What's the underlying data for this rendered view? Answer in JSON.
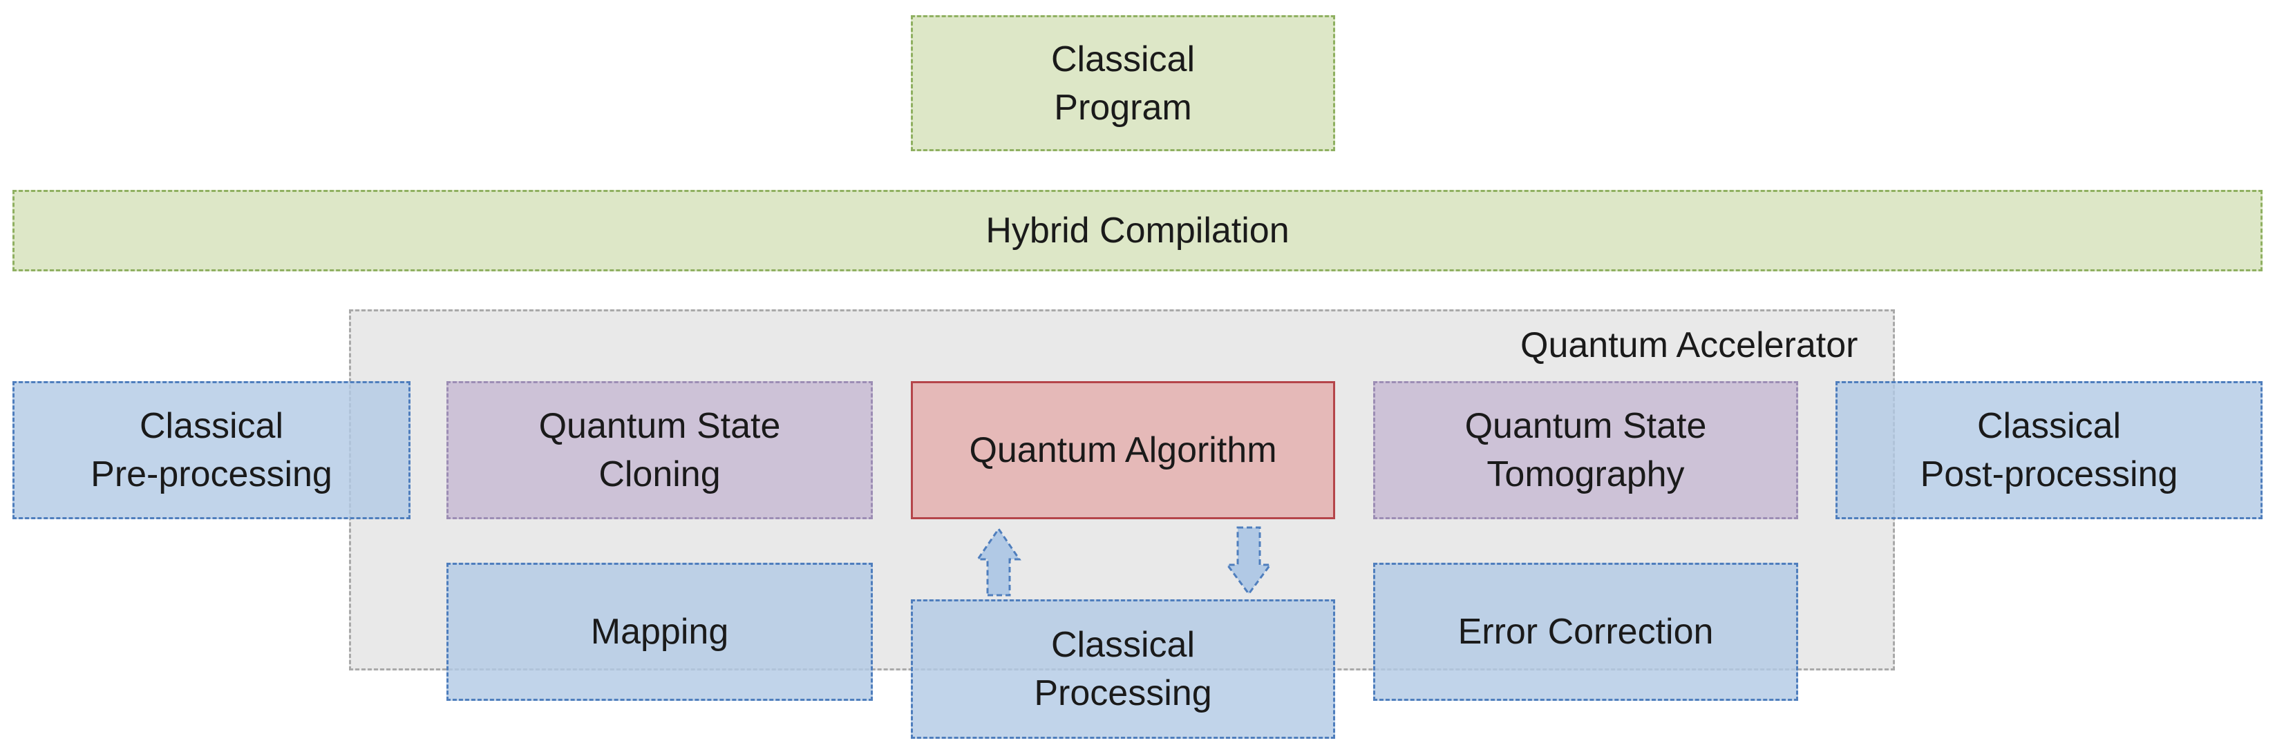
{
  "top": {
    "classical_program": "Classical\nProgram"
  },
  "compilation": {
    "label": "Hybrid Compilation"
  },
  "accelerator": {
    "label": "Quantum Accelerator",
    "state_cloning": "Quantum State\nCloning",
    "algorithm": "Quantum Algorithm",
    "state_tomography": "Quantum State\nTomography",
    "mapping": "Mapping",
    "classical_processing": "Classical\nProcessing",
    "error_correction": "Error Correction"
  },
  "outside": {
    "pre_processing": "Classical\nPre-processing",
    "post_processing": "Classical\nPost-processing"
  },
  "colors": {
    "green_fill": "#dde7c7",
    "blue_fill": "#b1c9e5",
    "purple_fill": "#cdc2d7",
    "red_fill": "#e5b9b8",
    "frame_fill": "#e9e9e9"
  }
}
